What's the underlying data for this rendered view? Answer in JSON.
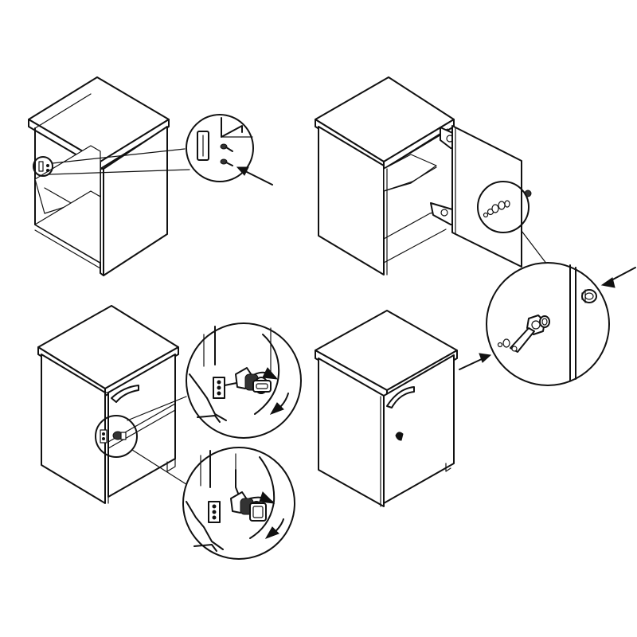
{
  "diagram": {
    "steps": [
      {
        "id": "step-1",
        "description_visible": false
      },
      {
        "id": "step-2",
        "description_visible": false
      },
      {
        "id": "step-3",
        "description_visible": false
      },
      {
        "id": "step-4",
        "description_visible": false
      }
    ],
    "colors": {
      "line": "#111111",
      "background": "#ffffff"
    },
    "icons": [
      "arrow-icon",
      "screw-icon",
      "hinge-icon",
      "cam-lock-icon",
      "key-icon",
      "handle-icon"
    ]
  }
}
